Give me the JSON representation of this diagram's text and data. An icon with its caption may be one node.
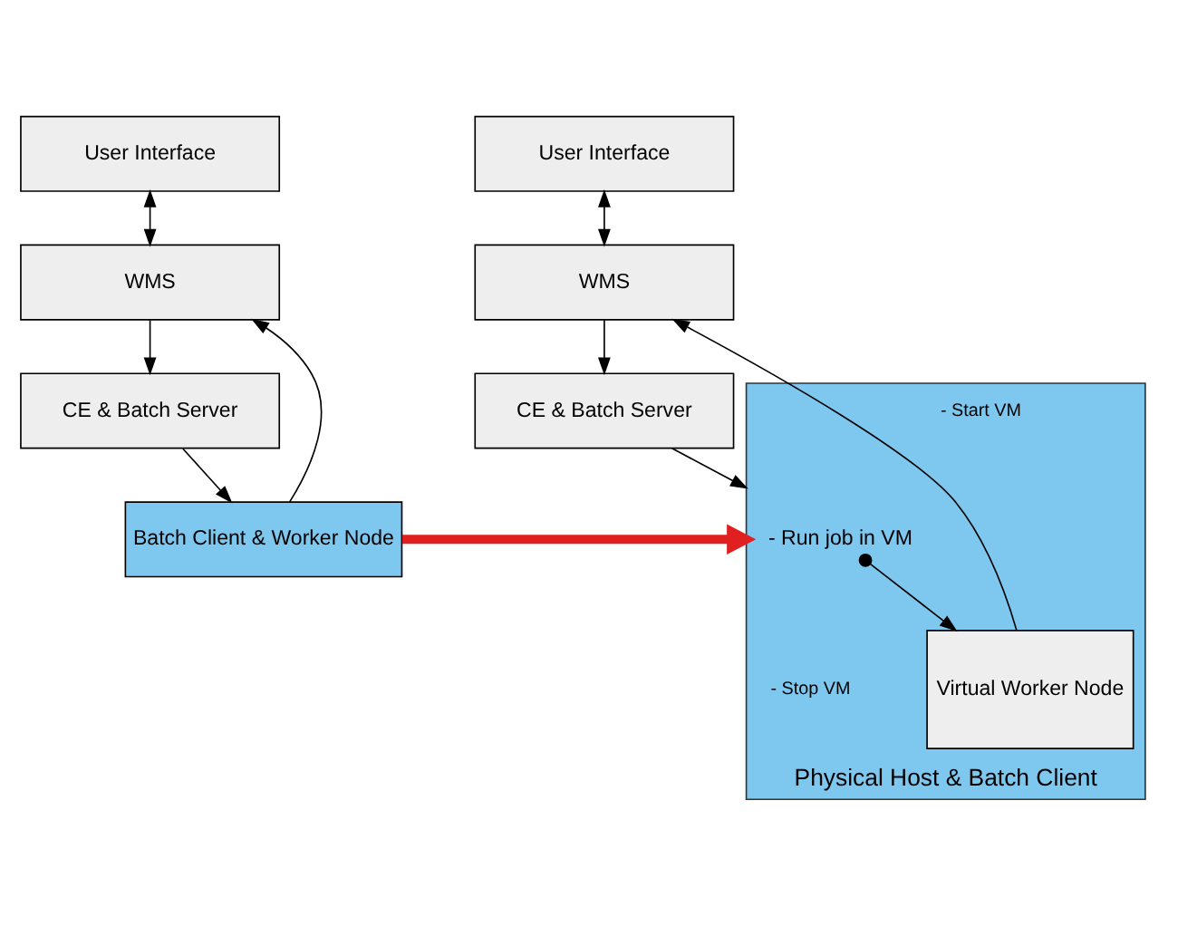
{
  "diagram": {
    "nodes": [
      {
        "text": [
          "User Interface"
        ]
      },
      {
        "text": [
          "WMS"
        ]
      },
      {
        "text": [
          "CE & Batch Server"
        ]
      },
      {
        "text": [
          "Batch Client & Worker Node"
        ]
      },
      {
        "text": [
          "User Interface"
        ]
      },
      {
        "text": [
          "WMS"
        ]
      },
      {
        "text": [
          "CE & Batch Server"
        ]
      },
      {
        "text": [
          "Physical Host & Batch Client"
        ]
      },
      {
        "text": [
          "- Run job in VM"
        ],
        "in": 7
      },
      {
        "text": [
          "Virtual Worker Node"
        ],
        "in": 7
      }
    ],
    "edges": [
      {
        "from": 0,
        "to": 1,
        "arrow": "both"
      },
      {
        "from": 1,
        "to": 2,
        "arrow": "to"
      },
      {
        "from": 2,
        "to": 3,
        "arrow": "to"
      },
      {
        "from": 3,
        "to": 1,
        "arrow": "to"
      },
      {
        "from": 4,
        "to": 5,
        "arrow": "both"
      },
      {
        "from": 5,
        "to": 6,
        "arrow": "to"
      },
      {
        "from": 6,
        "to": 7,
        "arrow": "to"
      },
      {
        "from": 9,
        "to": 5,
        "arrow": "to"
      },
      {
        "from": 8,
        "to": 9,
        "arrow": "to"
      },
      {
        "from": 3,
        "to": 7,
        "arrow": "to",
        "style": "thick",
        "color": "#e02020"
      }
    ],
    "labels": [
      "- Start VM",
      "- Stop VM"
    ]
  }
}
